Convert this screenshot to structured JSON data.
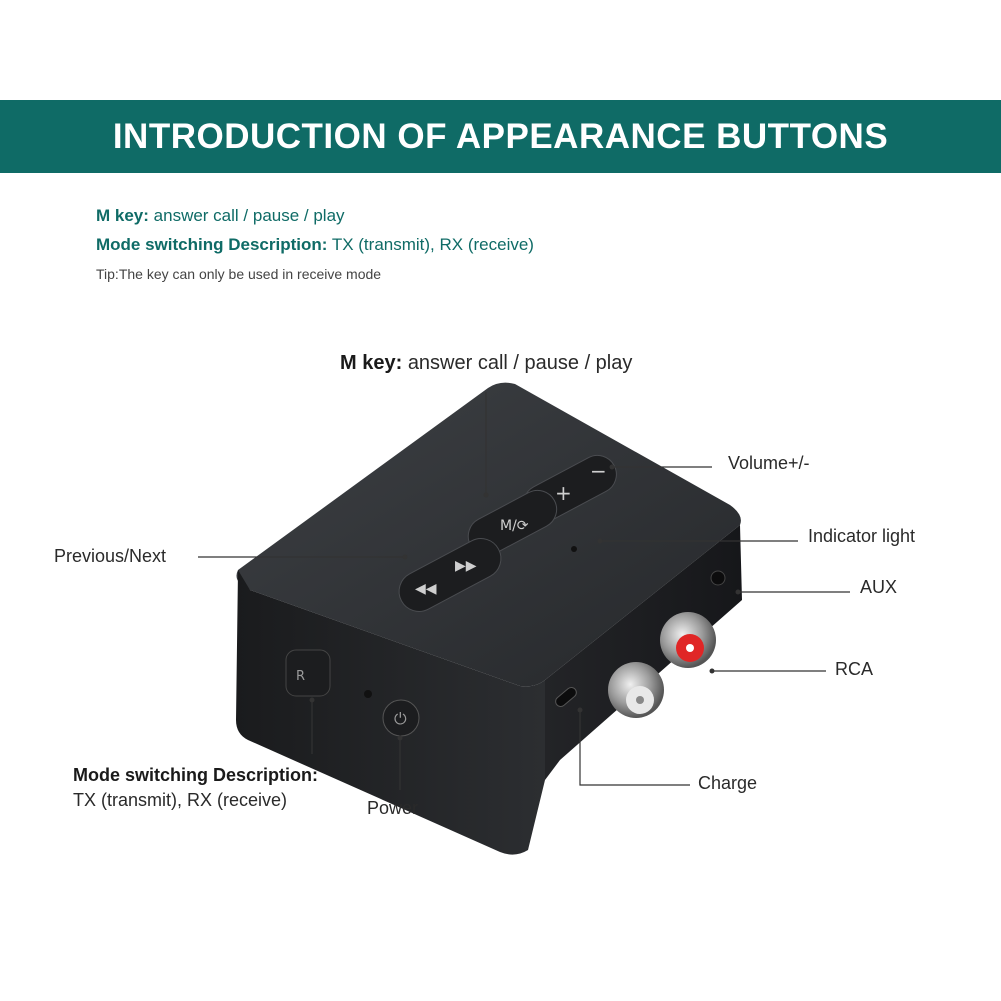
{
  "banner": {
    "title": "INTRODUCTION OF APPEARANCE BUTTONS"
  },
  "intro": {
    "m_key_label": "M key:",
    "m_key_value": "answer call / pause / play",
    "mode_label": "Mode switching Description:",
    "mode_value": "TX (transmit), RX (receive)",
    "tip": "Tip:The key can only be used in receive mode"
  },
  "callouts": {
    "m_key_label": "M key:",
    "m_key_value": "answer call / pause / play",
    "volume": "Volume+/-",
    "indicator": "Indicator light",
    "previous_next": "Previous/Next",
    "aux": "AUX",
    "rca": "RCA",
    "mode_title": "Mode switching Description:",
    "mode_value": "TX (transmit), RX (receive)",
    "power": "Power",
    "charge": "Charge"
  },
  "colors": {
    "brand_teal": "#0f6b66",
    "device_body": "#2b2d30",
    "rca_red": "#e02626",
    "rca_white": "#e8e8e8"
  }
}
